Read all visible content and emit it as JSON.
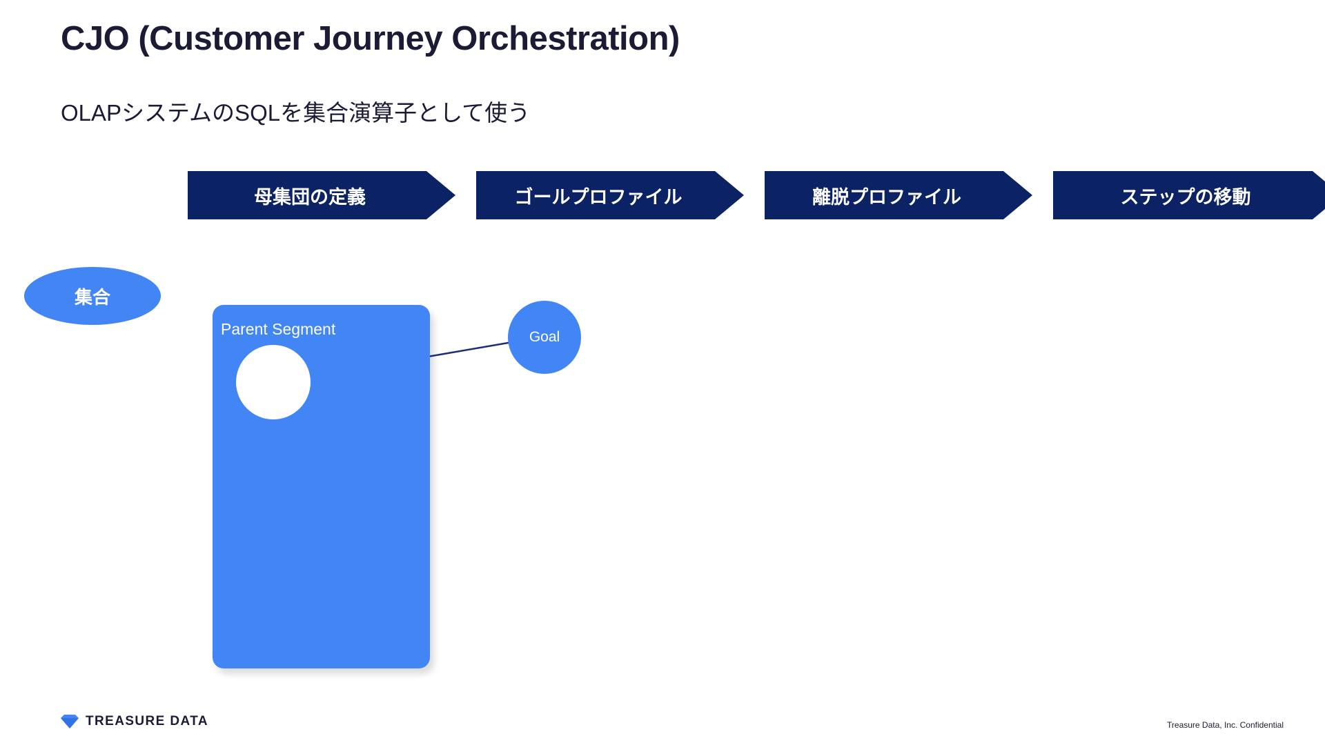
{
  "slide": {
    "title": "CJO (Customer Journey Orchestration)",
    "subtitle": "OLAPシステムのSQLを集合演算子として使う"
  },
  "banners": [
    {
      "label": "母集団の定義"
    },
    {
      "label": "ゴールプロファイル"
    },
    {
      "label": "離脱プロファイル"
    },
    {
      "label": "ステップの移動"
    }
  ],
  "diagram": {
    "set_label": "集合",
    "segment_label": "Parent Segment",
    "goal_label": "Goal"
  },
  "footer": {
    "brand": "TREASURE DATA",
    "note": "Treasure Data, Inc. Confidential"
  },
  "colors": {
    "navy": "#0B2265",
    "blue": "#4285F4",
    "title_ink": "#1B1B35",
    "background": "#FFFFFF"
  }
}
